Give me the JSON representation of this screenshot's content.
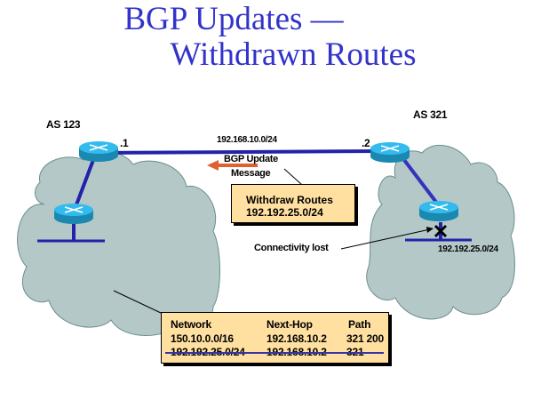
{
  "title": {
    "line1": "BGP Updates —",
    "line2": "Withdrawn Routes"
  },
  "colors": {
    "title": "#3333cc",
    "cloud": "#b4c8c8",
    "link": "#2222aa",
    "arrow": "#e06030",
    "callout": "#ffe0a0",
    "router": "#22aadd"
  },
  "as_left": {
    "label": "AS 123",
    "interface": ".1"
  },
  "as_right": {
    "label": "AS 321",
    "interface": ".2",
    "lan_prefix": "192.192.25.0/24"
  },
  "link": {
    "prefix": "192.168.10.0/24"
  },
  "update_message": {
    "label_line1": "BGP Update",
    "label_line2": "Message"
  },
  "withdraw_callout": {
    "line1": "Withdraw Routes",
    "line2": "192.192.25.0/24"
  },
  "connectivity": {
    "label": "Connectivity lost"
  },
  "bgp_table": {
    "headers": [
      "Network",
      "Next-Hop",
      "Path"
    ],
    "rows": [
      {
        "network": "150.10.0.0/16",
        "next_hop": "192.168.10.2",
        "path": "321 200",
        "withdrawn": false
      },
      {
        "network": "192.192.25.0/24",
        "next_hop": "192.168.10.2",
        "path": "321",
        "withdrawn": true
      }
    ]
  }
}
